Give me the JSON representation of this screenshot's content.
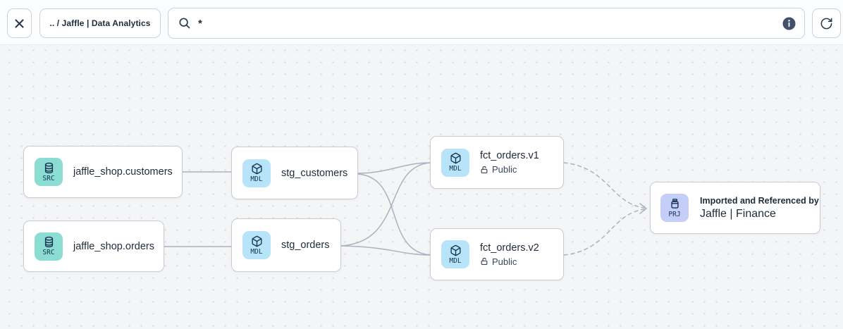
{
  "toolbar": {
    "breadcrumb": ".. / Jaffle | Data Analytics",
    "search_value": "*",
    "icons": [
      "close-icon",
      "search-icon",
      "info-icon",
      "refresh-icon"
    ]
  },
  "graph": {
    "nodes": [
      {
        "type": "SRC",
        "label": "jaffle_shop.customers"
      },
      {
        "type": "SRC",
        "label": "jaffle_shop.orders"
      },
      {
        "type": "MDL",
        "label": "stg_customers"
      },
      {
        "type": "MDL",
        "label": "stg_orders"
      },
      {
        "type": "MDL",
        "label": "fct_orders.v1",
        "access": "Public"
      },
      {
        "type": "MDL",
        "label": "fct_orders.v2",
        "access": "Public"
      },
      {
        "type": "PRJ",
        "caption": "Imported and Referenced by",
        "label": "Jaffle | Finance"
      }
    ],
    "edges": [
      {
        "from": "jaffle_shop.customers",
        "to": "stg_customers",
        "style": "solid"
      },
      {
        "from": "jaffle_shop.orders",
        "to": "stg_orders",
        "style": "solid"
      },
      {
        "from": "stg_customers",
        "to": "fct_orders.v1",
        "style": "solid"
      },
      {
        "from": "stg_customers",
        "to": "fct_orders.v2",
        "style": "solid"
      },
      {
        "from": "stg_orders",
        "to": "fct_orders.v1",
        "style": "solid"
      },
      {
        "from": "stg_orders",
        "to": "fct_orders.v2",
        "style": "solid"
      },
      {
        "from": "fct_orders.v1",
        "to": "Jaffle | Finance",
        "style": "dashed"
      },
      {
        "from": "fct_orders.v2",
        "to": "Jaffle | Finance",
        "style": "dashed"
      }
    ],
    "badge_icons": {
      "SRC": "database-icon",
      "MDL": "cube-icon",
      "PRJ": "archive-box-icon"
    },
    "access_icon": "unlock-icon"
  },
  "colors": {
    "source_badge": "#8bdcd2",
    "model_badge": "#b7e4f9",
    "project_badge": "#c5cdf9",
    "edge": "#abb2be",
    "text": "#1f2b3a",
    "canvas": "#f4f5f7",
    "node_border": "#c8cdd5"
  }
}
